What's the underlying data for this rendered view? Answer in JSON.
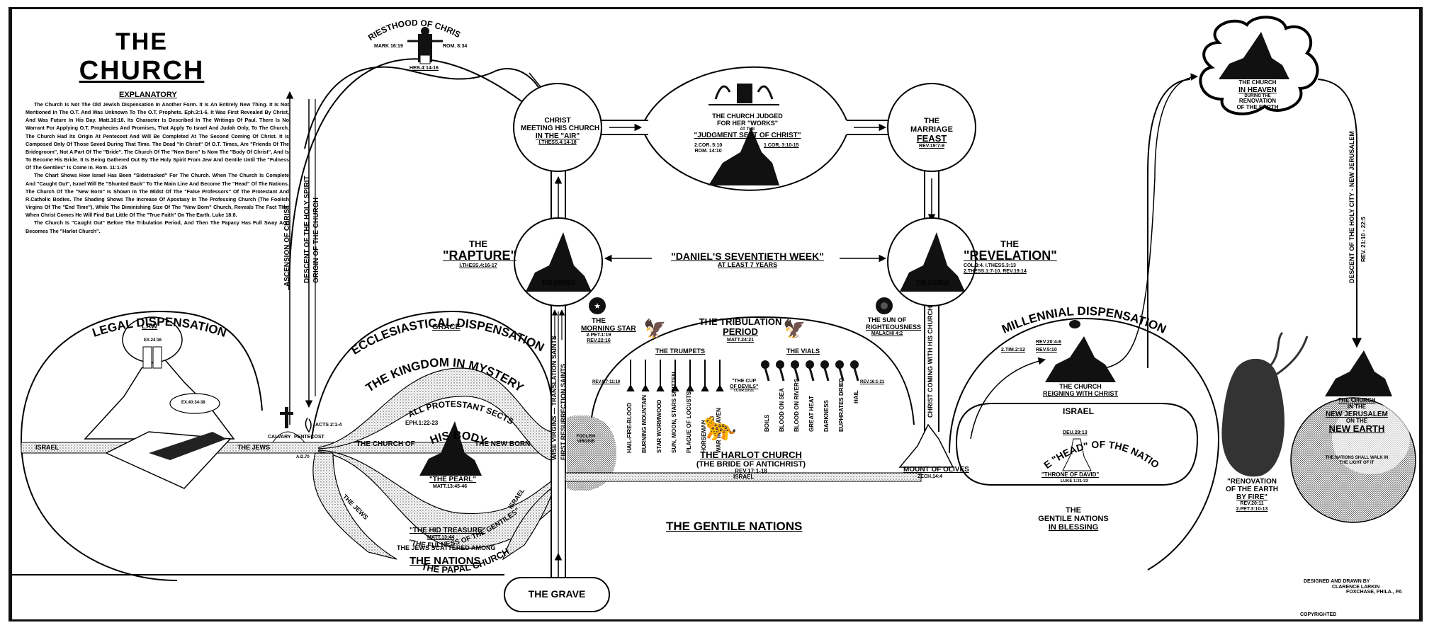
{
  "title": {
    "line1": "The",
    "line2": "Church"
  },
  "explanatory": {
    "heading": "Explanatory",
    "paragraphs": [
      "The Church Is Not The Old Jewish Dispensation In Another Form. It Is An Entirely New Thing. It Is Not Mentioned In The O.T. And Was Unknown To The O.T. Prophets. Eph.3:1-6. It Was First Revealed By Christ, And Was Future In His Day. Matt.16:18. Its Character Is Described In The Writings Of Paul. There Is No Warrant For Applying O.T. Prophecies And Promises, That Apply To Israel And Judah Only, To The Church. The Church Had Its Origin At Pentecost And Will Be Completed At The Second Coming Of Christ. It Is Composed Only Of Those Saved During That Time. The Dead \"In Christ\" Of O.T. Times, Are \"Friends Of The Bridegroom\", Not A Part Of The \"Bride\". The Church Of The \"New Born\" Is Now The \"Body Of Christ\", And Is To Become His Bride. It Is Being Gathered Out By The Holy Spirit From Jew And Gentile Until The \"Fulness Of The Gentiles\" Is Come In. Rom. 11:1-25",
      "The Chart Shows How Israel Has Been \"Sidetracked\" For The Church. When The Church Is Complete And \"Caught Out\", Israel Will Be \"Shunted Back\" To The Main Line And Become The \"Head\" Of The Nations. The Church Of The \"New Born\" Is Shown In The Midst Of The \"False Professors\" Of The Protestant And R.Catholic Bodies. The Shading Shows The Increase Of Apostasy In The Professing Church (The Foolish Virgins Of The \"End Time\"), While The Diminishing Size Of The \"New Born\" Church, Reveals The Fact That When Christ Comes He Will Find But Little Of The \"True Faith\" On The Earth. Luke 18:8.",
      "The Church Is \"Caught Out\" Before The Tribulation Period, And Then The Papacy Has Full Sway And Becomes The \"Harlot Church\"."
    ]
  },
  "priesthood": {
    "label": "Priesthood Of Christ",
    "ref_left": "Mark 16:19",
    "ref_right": "Rom. 8:34",
    "ref_bottom": "Heb.4:14-16"
  },
  "vertical_labels": {
    "ascension": "Ascension Of Christ",
    "descent": "Descent Of The Holy Spirit",
    "origin": "Origin Of The Church",
    "translation": "Wise Virgins — Translation Saints",
    "first_resurrection": "First Resurrection Saints",
    "christ_coming": "Christ Coming With His Church",
    "new_jerusalem": "Descent Of The Holy City - New Jerusalem",
    "new_jerusalem_ref": "Rev. 21:10 - 22:5"
  },
  "meeting": {
    "line1": "Christ",
    "line2": "Meeting His Church",
    "line3": "In The \"Air\"",
    "ref": "I.Thess.4:14-18"
  },
  "judgment": {
    "line1": "The Church Judged",
    "line2": "For Her \"Works\"",
    "line3": "At The",
    "line4": "\"Judgment Seat Of Christ\"",
    "ref_left1": "2.Cor. 5:10",
    "ref_left2": "Rom. 14:10",
    "ref_right": "1 Cor. 3:10-15"
  },
  "marriage": {
    "line1": "The",
    "line2": "Marriage",
    "line3": "Feast",
    "ref": "Rev.19:7-9"
  },
  "heaven": {
    "line1": "The Church",
    "line2": "In Heaven",
    "line3": "During The",
    "line4": "Renovation",
    "line5": "Of The Earth"
  },
  "rapture": {
    "line1": "The",
    "line2": "\"Rapture\"",
    "ref": "I.Thess.4:16-17",
    "circle_label": "The Church"
  },
  "seventieth": {
    "line1": "\"Daniel's Seventieth Week\"",
    "line2": "At Least 7 Years"
  },
  "revelation": {
    "line1": "The",
    "line2": "\"Revelation\"",
    "ref1": "Col.3:4. I.Thess.3:13",
    "ref2": "2.Thess.1:7-10. Rev.19:14",
    "circle_label": "The Church"
  },
  "legal": {
    "arc": "Legal Dispensation",
    "sub": "Law",
    "ref1": "Ex.24:16",
    "ref2": "Ex.40:34-38",
    "israel": "Israel",
    "jews": "The Jews",
    "calvary": "Calvary",
    "pentecost": "Pentecost",
    "acts": "Acts 2:1-4",
    "ad70": "A.D.70"
  },
  "ecclesiastical": {
    "arc": "Ecclesiastical Dispensation",
    "sub": "Grace",
    "kingdom": "The Kingdom In Mystery",
    "protestant": "All Protestant Sects",
    "body": "His Body",
    "eph": "Eph.1:22-23",
    "church_of": "The Church Of",
    "new_born": "The New Born",
    "pearl": "\"The Pearl\"",
    "pearl_ref": "Matt.13:45-46",
    "fulness": "\"The Fulness Of The Gentiles\"",
    "papal": "The Papal Church",
    "the_jews": "The Jews",
    "israel": "Israel",
    "hid": "\"The Hid Treasure\"",
    "hid_ref": "Matt.13:44",
    "scattered": "The Jews Scattered Among",
    "nations": "The Nations",
    "foolish": "Foolish Virgins"
  },
  "morning_star": {
    "line1": "The",
    "line2": "Morning Star",
    "ref1": "2.Pet.1:19",
    "ref2": "Rev.22:16"
  },
  "tribulation": {
    "title1": "The Tribulation",
    "title2": "Period",
    "ref": "Matt.24:21",
    "trumpets_label": "The Trumpets",
    "trumpets_ref": "Rev.8:7-11:19",
    "trumpets": [
      "Hail-Fire-Blood",
      "Burning Mountain",
      "Star Wormwood",
      "Sun, Moon, Stars Smitten",
      "Plague Of Locusts",
      "Horseman",
      "War In Heaven"
    ],
    "vials_label": "The Vials",
    "vials_ref": "Rev.16:1-21",
    "vials": [
      "Boils",
      "Blood On Sea",
      "Blood On Rivers",
      "Great Heat",
      "Darkness",
      "Euphrates Dried",
      "Hail"
    ],
    "cup1": "\"The Cup",
    "cup2": "Of Devils\"",
    "cup_ref": "I.Cor.10:21",
    "harlot": "The Harlot Church",
    "harlot_sub": "(The Bride Of Antichrist)",
    "harlot_ref": "Rev.17:1-18",
    "israel": "Israel"
  },
  "sun": {
    "line1": "The Sun Of",
    "line2": "Righteousness",
    "ref": "Malachi 4:2"
  },
  "olives": {
    "label": "Mount Of Olives",
    "ref": "Zech.14:4"
  },
  "millennial": {
    "arc": "Millennial Dispensation",
    "ref1": "Rev.20:4-6",
    "ref2": "2.Tim.2:12",
    "ref3": "Rev.5:10",
    "church1": "The Church",
    "church2": "Reigning With Christ",
    "israel": "Israel",
    "head": "The \"Head\" Of The Nations",
    "deu": "Deu.28:13",
    "throne": "\"Throne Of David\"",
    "luke": "Luke 1:31-33",
    "gentile1": "The",
    "gentile2": "Gentile Nations",
    "gentile3": "In Blessing"
  },
  "gentile_nations": "The Gentile Nations",
  "grave": "The Grave",
  "renovation": {
    "line1": "\"Renovation",
    "line2": "Of The Earth",
    "line3": "By Fire\"",
    "ref1": "Rev.20:11",
    "ref2": "2.Pet.3:10-13"
  },
  "new_earth": {
    "line1": "The Church",
    "line2": "In The",
    "line3": "New Jerusalem",
    "line4": "On The",
    "line5": "New Earth",
    "line6": "The Nations Shall Walk In The Light Of It"
  },
  "credits": {
    "line1": "Designed and Drawn By",
    "line2": "Clarence Larkin",
    "line3": "Foxchase, Phila., PA",
    "copyright": "Copyrighted"
  }
}
